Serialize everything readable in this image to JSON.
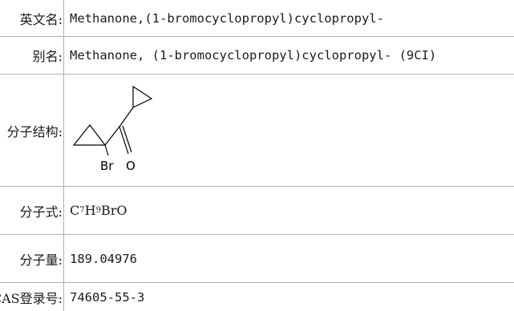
{
  "rows": {
    "english_name": {
      "label": "英文名:",
      "value": "Methanone,(1-bromocyclopropyl)cyclopropyl-"
    },
    "alias": {
      "label": "别名:",
      "value": "Methanone, (1-bromocyclopropyl)cyclopropyl- (9CI)"
    },
    "structure": {
      "label": "分子结构:",
      "atom_br": "Br",
      "atom_o": "O"
    },
    "formula": {
      "label": "分子式:",
      "c": "C",
      "c_count": "7",
      "h": "H",
      "h_count": "9",
      "rest": "BrO"
    },
    "weight": {
      "label": "分子量:",
      "value": "189.04976"
    },
    "cas": {
      "label": "CAS登录号:",
      "value": "74605-55-3"
    }
  }
}
